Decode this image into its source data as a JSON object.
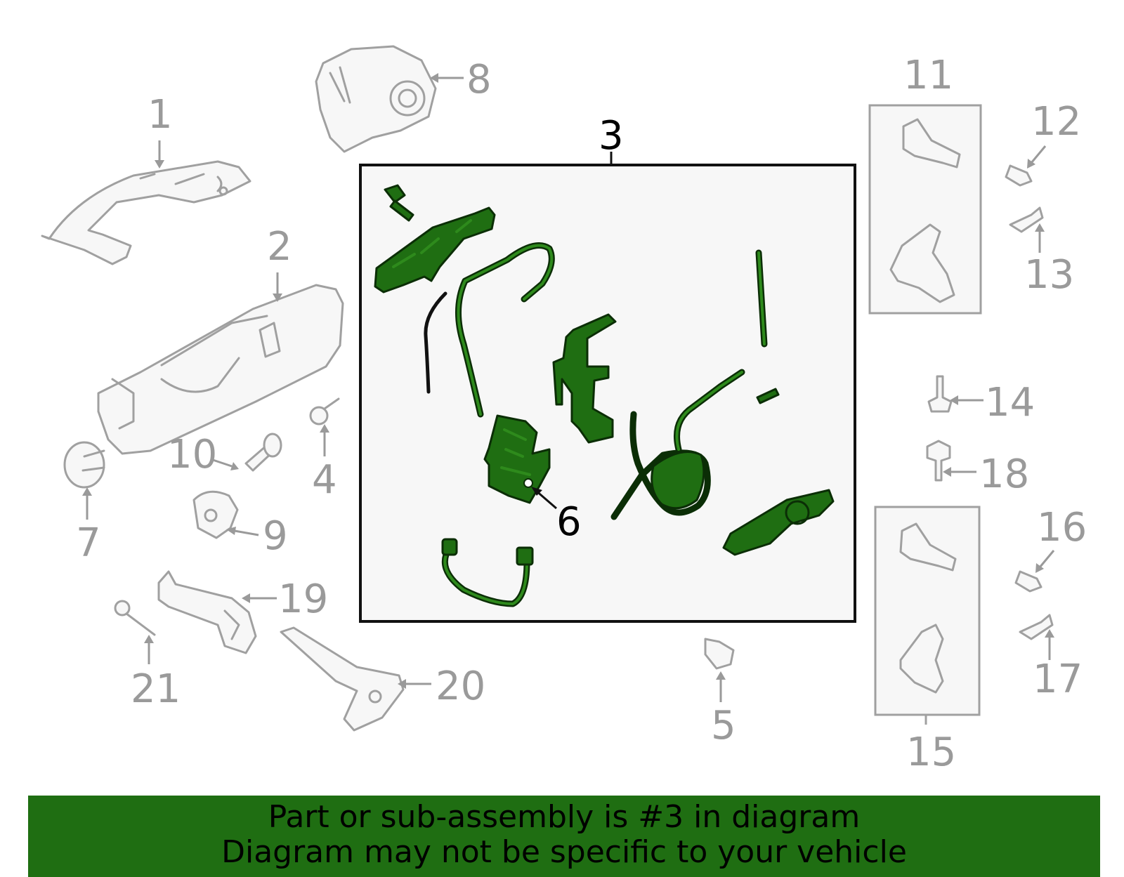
{
  "callouts": {
    "n1": "1",
    "n2": "2",
    "n3": "3",
    "n4": "4",
    "n5": "5",
    "n6": "6",
    "n7": "7",
    "n8": "8",
    "n9": "9",
    "n10": "10",
    "n11": "11",
    "n12": "12",
    "n13": "13",
    "n14": "14",
    "n15": "15",
    "n16": "16",
    "n17": "17",
    "n18": "18",
    "n19": "19",
    "n20": "20",
    "n21": "21"
  },
  "colors": {
    "highlight": "#1f6e12",
    "gray_parts": "#a0a0a0",
    "assembly_box_bg": "#f7f7f7"
  },
  "footer": {
    "line1": "Part or sub-assembly is #3 in diagram",
    "line2": "Diagram may not be specific to your vehicle"
  }
}
